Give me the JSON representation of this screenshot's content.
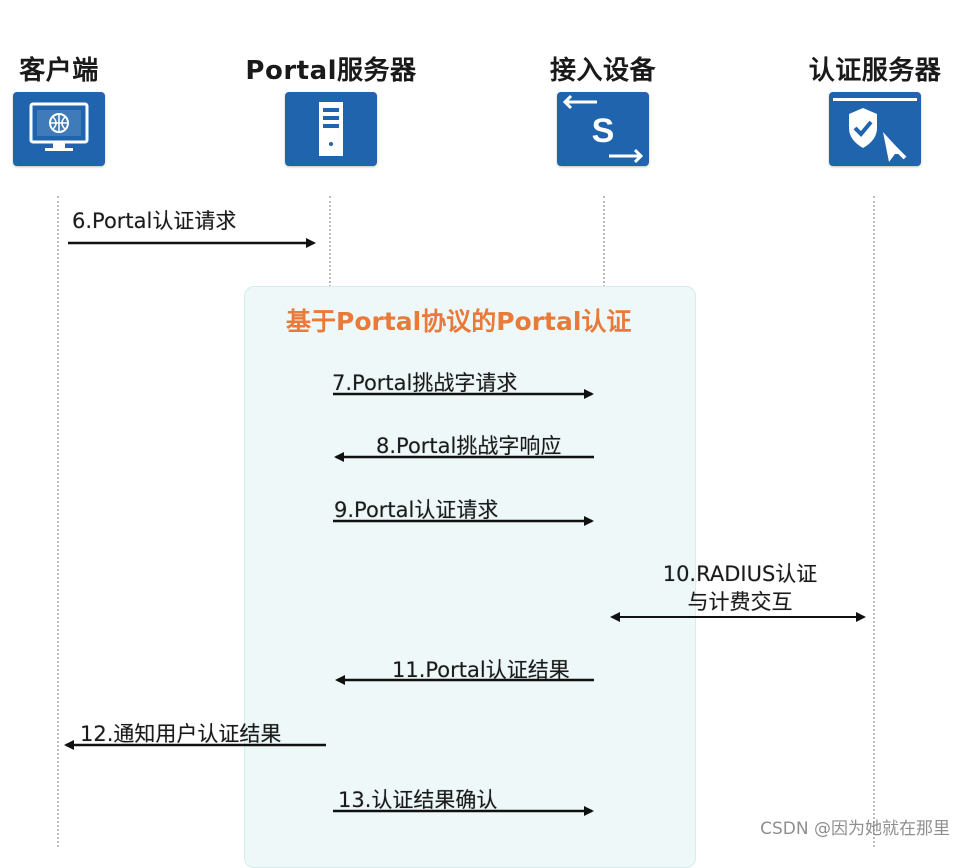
{
  "actors": [
    {
      "label": "客户端",
      "icon": "computer-icon"
    },
    {
      "label": "Portal服务器",
      "icon": "server-icon"
    },
    {
      "label": "接入设备",
      "icon": "switch-icon"
    },
    {
      "label": "认证服务器",
      "icon": "auth-shield-icon"
    }
  ],
  "group": {
    "title": "基于Portal协议的Portal认证"
  },
  "messages": [
    {
      "label": "6.Portal认证请求"
    },
    {
      "label": "7.Portal挑战字请求"
    },
    {
      "label": "8.Portal挑战字响应"
    },
    {
      "label": "9.Portal认证请求"
    },
    {
      "label_line1": "10.RADIUS认证",
      "label_line2": "与计费交互"
    },
    {
      "label": "11.Portal认证结果"
    },
    {
      "label": "12.通知用户认证结果"
    },
    {
      "label": "13.认证结果确认"
    }
  ],
  "watermark": "CSDN @因为她就在那里",
  "colors": {
    "icon_bg": "#1f64ad",
    "group_title": "#e97a3a",
    "group_bg": "#eef8f8"
  }
}
